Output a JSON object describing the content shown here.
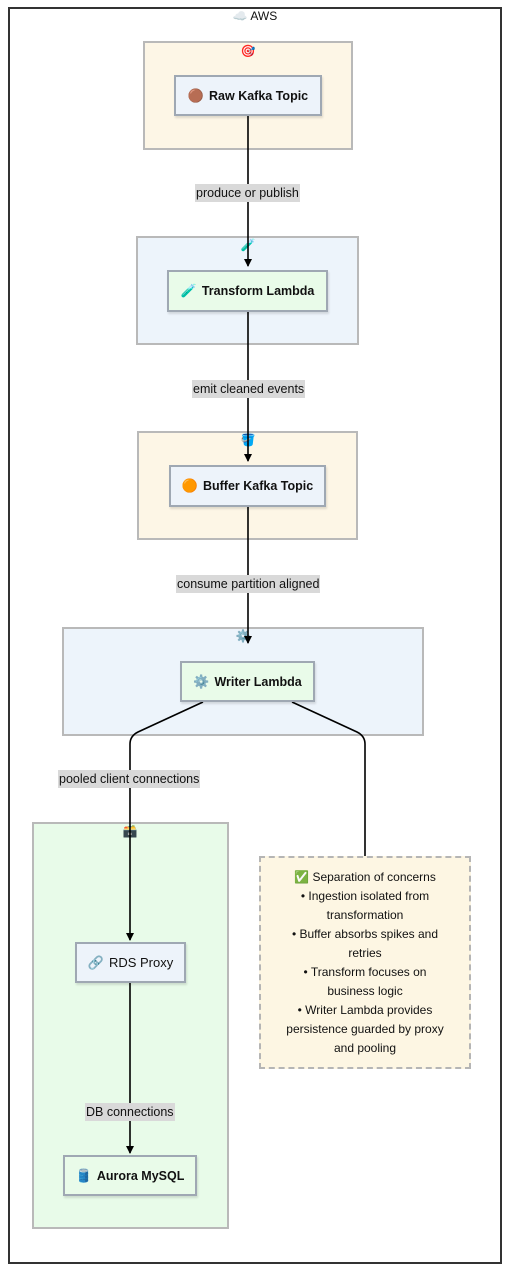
{
  "cloud": {
    "icon": "☁️",
    "label": "AWS"
  },
  "groups": {
    "raw": {
      "icon": "🎯"
    },
    "transform": {
      "icon": "🧪"
    },
    "buffer": {
      "icon": "🪣"
    },
    "writer": {
      "icon": "⚙️"
    },
    "database": {
      "icon": "🗃️"
    }
  },
  "nodes": {
    "raw_topic": {
      "icon": "🟤",
      "label": "Raw Kafka Topic"
    },
    "transform": {
      "icon": "🧪",
      "label": "Transform Lambda"
    },
    "buffer_topic": {
      "icon": "🟠",
      "label": "Buffer Kafka Topic"
    },
    "writer": {
      "icon": "⚙️",
      "label": "Writer Lambda"
    },
    "rds_proxy": {
      "icon": "🔗",
      "label": "RDS Proxy"
    },
    "aurora": {
      "icon": "🛢️",
      "label": "Aurora MySQL"
    }
  },
  "edges": {
    "produce": "produce or publish",
    "emit": "emit cleaned events",
    "consume": "consume partition aligned",
    "pooled": "pooled client connections",
    "db": "DB connections"
  },
  "note": {
    "icon": "✅",
    "title": "Separation of concerns",
    "lines": [
      "• Ingestion isolated from",
      "transformation",
      "• Buffer absorbs spikes and",
      "retries",
      "• Transform focuses on",
      "business logic",
      "• Writer Lambda provides",
      "persistence guarded by proxy",
      "and pooling"
    ]
  },
  "colors": {
    "beige_group": "#fdf6e6",
    "blue_group": "#edf4fb",
    "green_group": "#e8fbe9",
    "edge": "#000000",
    "label_bg": "#d9d9d9"
  }
}
